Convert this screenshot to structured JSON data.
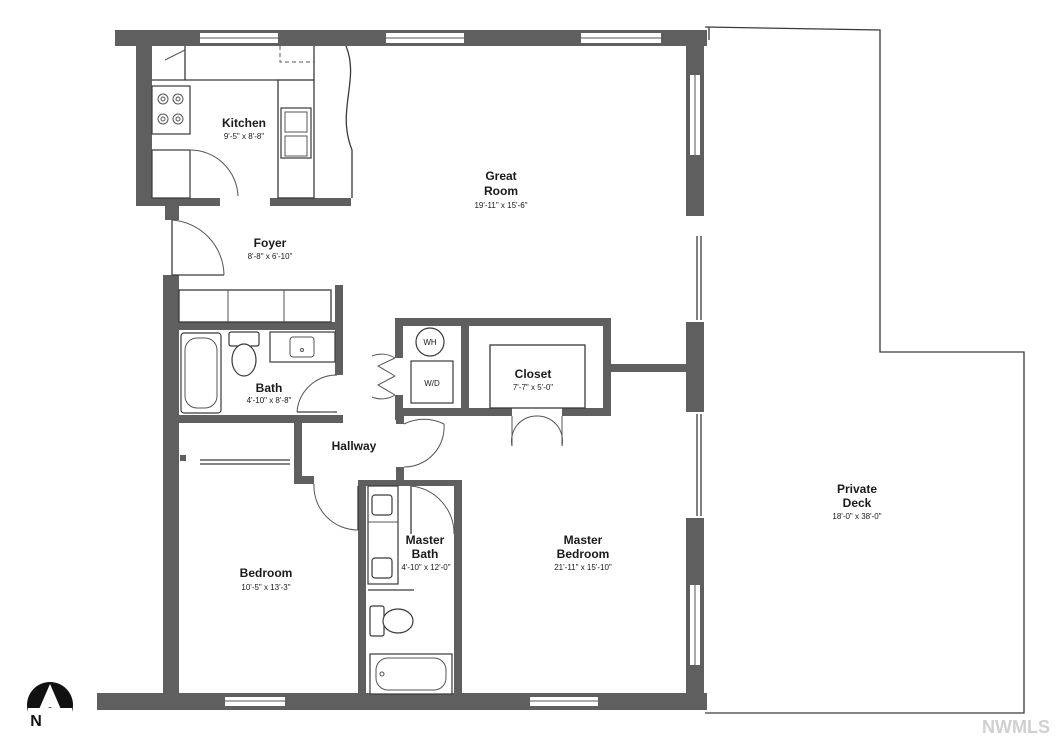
{
  "rooms": {
    "kitchen": {
      "name": "Kitchen",
      "dim": "9'-5\" x 8'-8\""
    },
    "great_room": {
      "name_line1": "Great",
      "name_line2": "Room",
      "dim": "19'-11\" x 15'-6\""
    },
    "foyer": {
      "name": "Foyer",
      "dim": "8'-8\" x 6'-10\""
    },
    "bath": {
      "name": "Bath",
      "dim": "4'-10\" x 8'-8\""
    },
    "closet": {
      "name": "Closet",
      "dim": "7'-7\" x 5'-0\""
    },
    "hallway": {
      "name": "Hallway"
    },
    "master_bath": {
      "name_line1": "Master",
      "name_line2": "Bath",
      "dim": "4'-10\" x 12'-0\""
    },
    "master_bedroom": {
      "name_line1": "Master",
      "name_line2": "Bedroom",
      "dim": "21'-11\" x 15'-10\""
    },
    "bedroom": {
      "name": "Bedroom",
      "dim": "10'-5\" x 13'-3\""
    },
    "private_deck": {
      "name_line1": "Private",
      "name_line2": "Deck",
      "dim": "18'-0\" x 38'-0\""
    }
  },
  "fixtures": {
    "water_heater": "WH",
    "washer_dryer": "W/D"
  },
  "compass": {
    "label": "N"
  },
  "watermark": "NWMLS",
  "colors": {
    "wall": "#5f5f5f",
    "line": "#3a3a3a"
  },
  "icons": [
    "north-arrow-icon",
    "stove-icon",
    "sink-icon",
    "toilet-icon",
    "bathtub-icon"
  ]
}
